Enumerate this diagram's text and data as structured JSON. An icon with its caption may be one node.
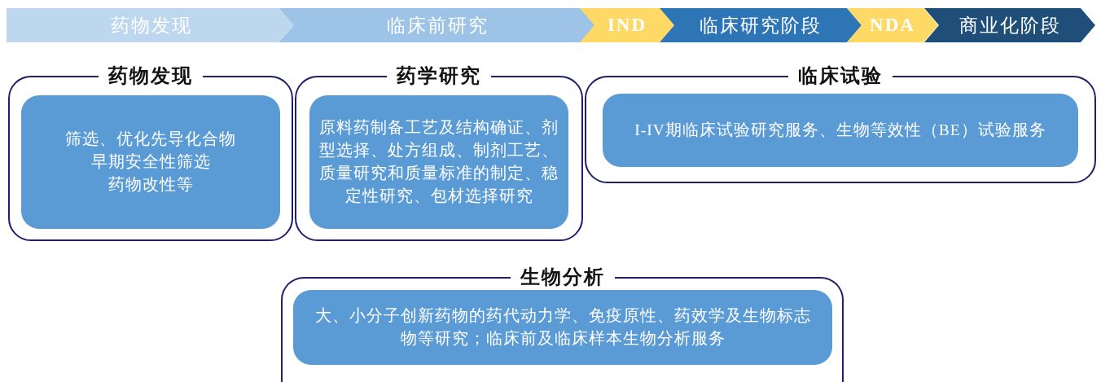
{
  "diagram": {
    "nodes": [
      {
        "text": [
          "药物发现"
        ]
      },
      {
        "text": [
          "临床前研究"
        ]
      },
      {
        "text": [
          "IND"
        ]
      },
      {
        "text": [
          "临床研究阶段"
        ]
      },
      {
        "text": [
          "NDA"
        ]
      },
      {
        "text": [
          "商业化阶段"
        ]
      },
      {
        "text": [
          "药物发现"
        ]
      },
      {
        "text": [
          "筛选、优化先导化合物",
          "早期安全性筛选",
          "药物改性等"
        ],
        "in": 6
      },
      {
        "text": [
          "药学研究"
        ]
      },
      {
        "text": [
          "原料药制备工艺及结构确证、剂型选择、处方组成、制剂工艺、质量研究和质量标准的制定、稳定性研究、包材选择研究"
        ],
        "in": 8
      },
      {
        "text": [
          "临床试验"
        ]
      },
      {
        "text": [
          "I-IV期临床试验研究服务、生物等效性（BE）试验服务"
        ],
        "in": 10
      },
      {
        "text": [
          "生物分析"
        ]
      },
      {
        "text": [
          "大、小分子创新药物的药代动力学、免疫原性、药效学及生物标志物等研究；临床前及临床样本生物分析服务"
        ],
        "in": 12
      }
    ],
    "edges": []
  }
}
